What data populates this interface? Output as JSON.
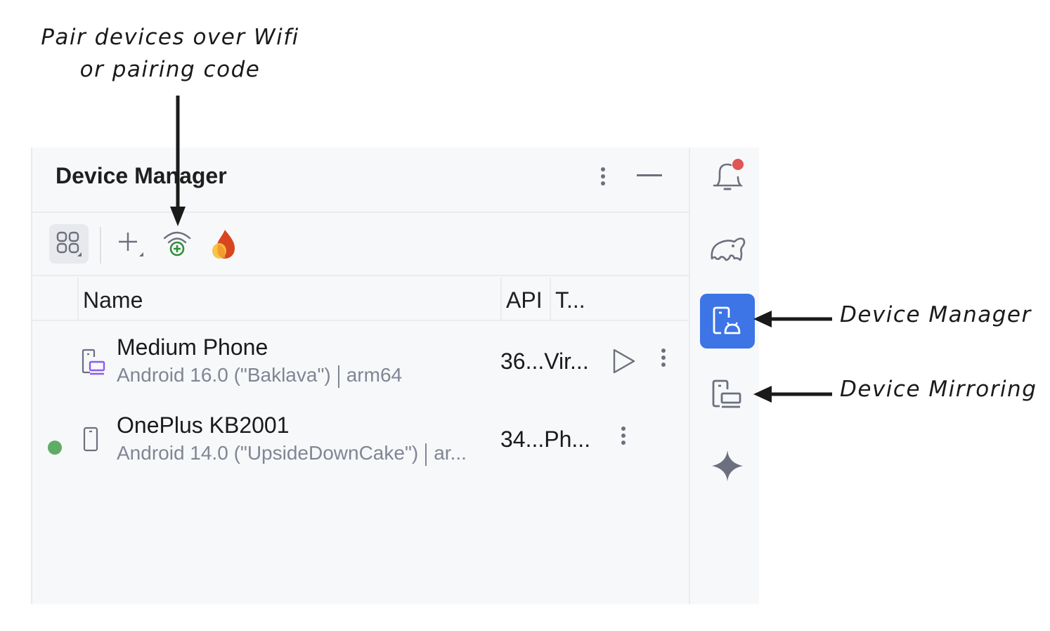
{
  "annotations": {
    "wifi_pairing_line1": "Pair devices over Wifi",
    "wifi_pairing_line2": "or pairing code",
    "device_manager": "Device Manager",
    "device_mirroring": "Device Mirroring"
  },
  "panel": {
    "title": "Device Manager",
    "header_actions": [
      "more-options-icon",
      "minimize-icon"
    ]
  },
  "toolbar": {
    "buttons": [
      {
        "icon": "grid-view-icon",
        "active": true,
        "has_dropdown": true
      },
      {
        "icon": "add-device-icon",
        "has_dropdown": true
      },
      {
        "icon": "pair-wifi-icon",
        "color": "#2f8f3a"
      },
      {
        "icon": "firebase-icon"
      }
    ]
  },
  "table": {
    "columns": [
      "Name",
      "API",
      "T..."
    ],
    "rows": [
      {
        "name": "Medium Phone",
        "subtitle": "Android 16.0 (\"Baklava\")",
        "arch": "arm64",
        "api": "36...",
        "type": "Vir...",
        "online": false,
        "icon": "virtual-device-icon",
        "has_run": true
      },
      {
        "name": "OnePlus KB2001",
        "subtitle": "Android 14.0 (\"UpsideDownCake\")",
        "arch": "ar...",
        "api": "34...",
        "type": "Ph...",
        "online": true,
        "icon": "physical-phone-icon",
        "has_run": false
      }
    ]
  },
  "side_stripe": {
    "items": [
      {
        "icon": "notifications-icon",
        "badge": true
      },
      {
        "icon": "gradle-icon"
      },
      {
        "icon": "device-manager-icon",
        "active": true
      },
      {
        "icon": "device-mirroring-icon"
      },
      {
        "icon": "gemini-icon"
      }
    ]
  },
  "colors": {
    "accent": "#3d74e6",
    "online": "#5fad65",
    "badge": "#e05555",
    "wifi_plus": "#2f8f3a",
    "virtual_device": "#8a5cf0"
  }
}
